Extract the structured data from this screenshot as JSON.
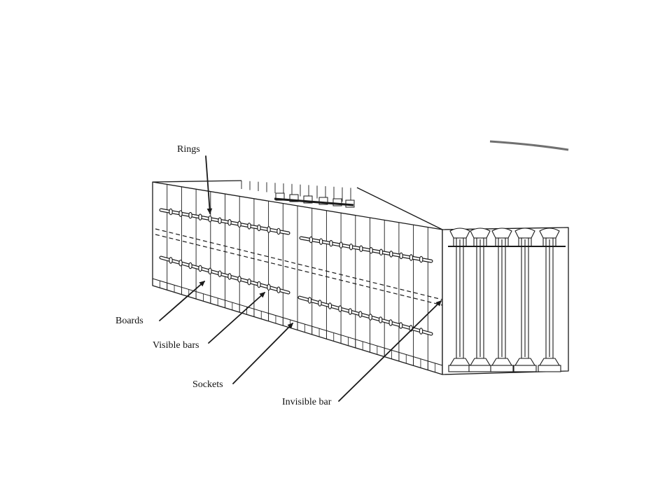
{
  "labels": {
    "rings": "Rings",
    "boards": "Boards",
    "visible_bars": "Visible bars",
    "sockets": "Sockets",
    "invisible_bar": "Invisible bar"
  },
  "colors": {
    "ink": "#1a1a1a",
    "paper": "#ffffff"
  }
}
